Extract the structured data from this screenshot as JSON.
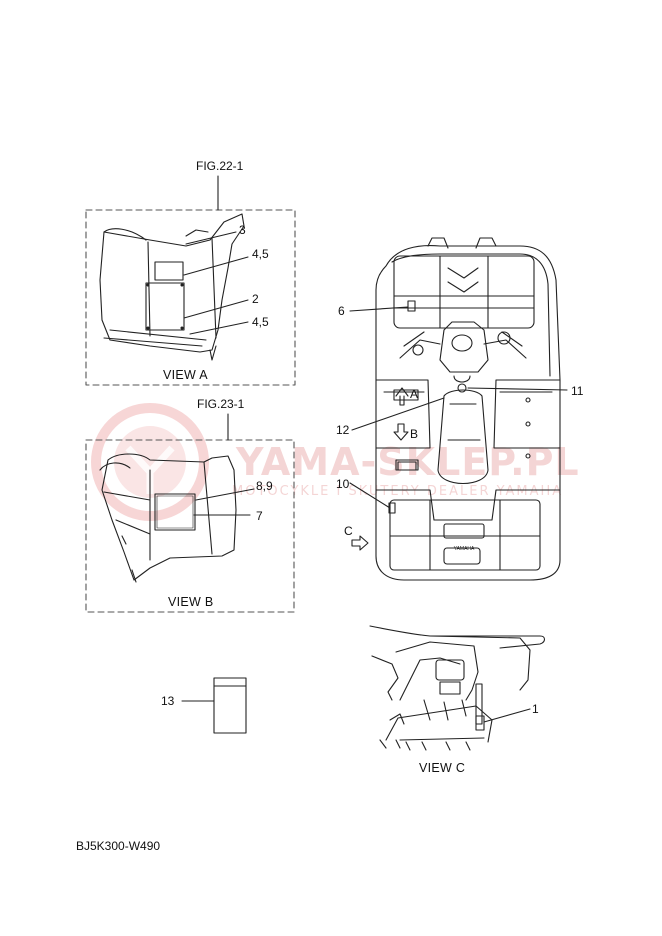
{
  "figure_refs": {
    "view_a": "FIG.22-1",
    "view_b": "FIG.23-1"
  },
  "view_titles": {
    "a": "VIEW A",
    "b": "VIEW B",
    "c": "VIEW C"
  },
  "callouts": {
    "view_a": [
      "3",
      "4,5",
      "2",
      "4,5"
    ],
    "view_b": [
      "8,9",
      "7"
    ],
    "top_view": [
      "6",
      "11",
      "12",
      "10"
    ],
    "view_c": [
      "1"
    ],
    "loose_part": "13",
    "arrow_letters": [
      "A",
      "B",
      "C"
    ]
  },
  "watermark": {
    "brand": "YAMA-SKLEP.PL",
    "tagline": "MOTOCYKLE I SKUTERY DEALER YAMAHA"
  },
  "vehicle_badge": "YAMAHA",
  "diagram_code": "BJ5K300-W490",
  "colors": {
    "line": "#222222",
    "watermark": "#e7a3a3",
    "dash": "#555555"
  }
}
